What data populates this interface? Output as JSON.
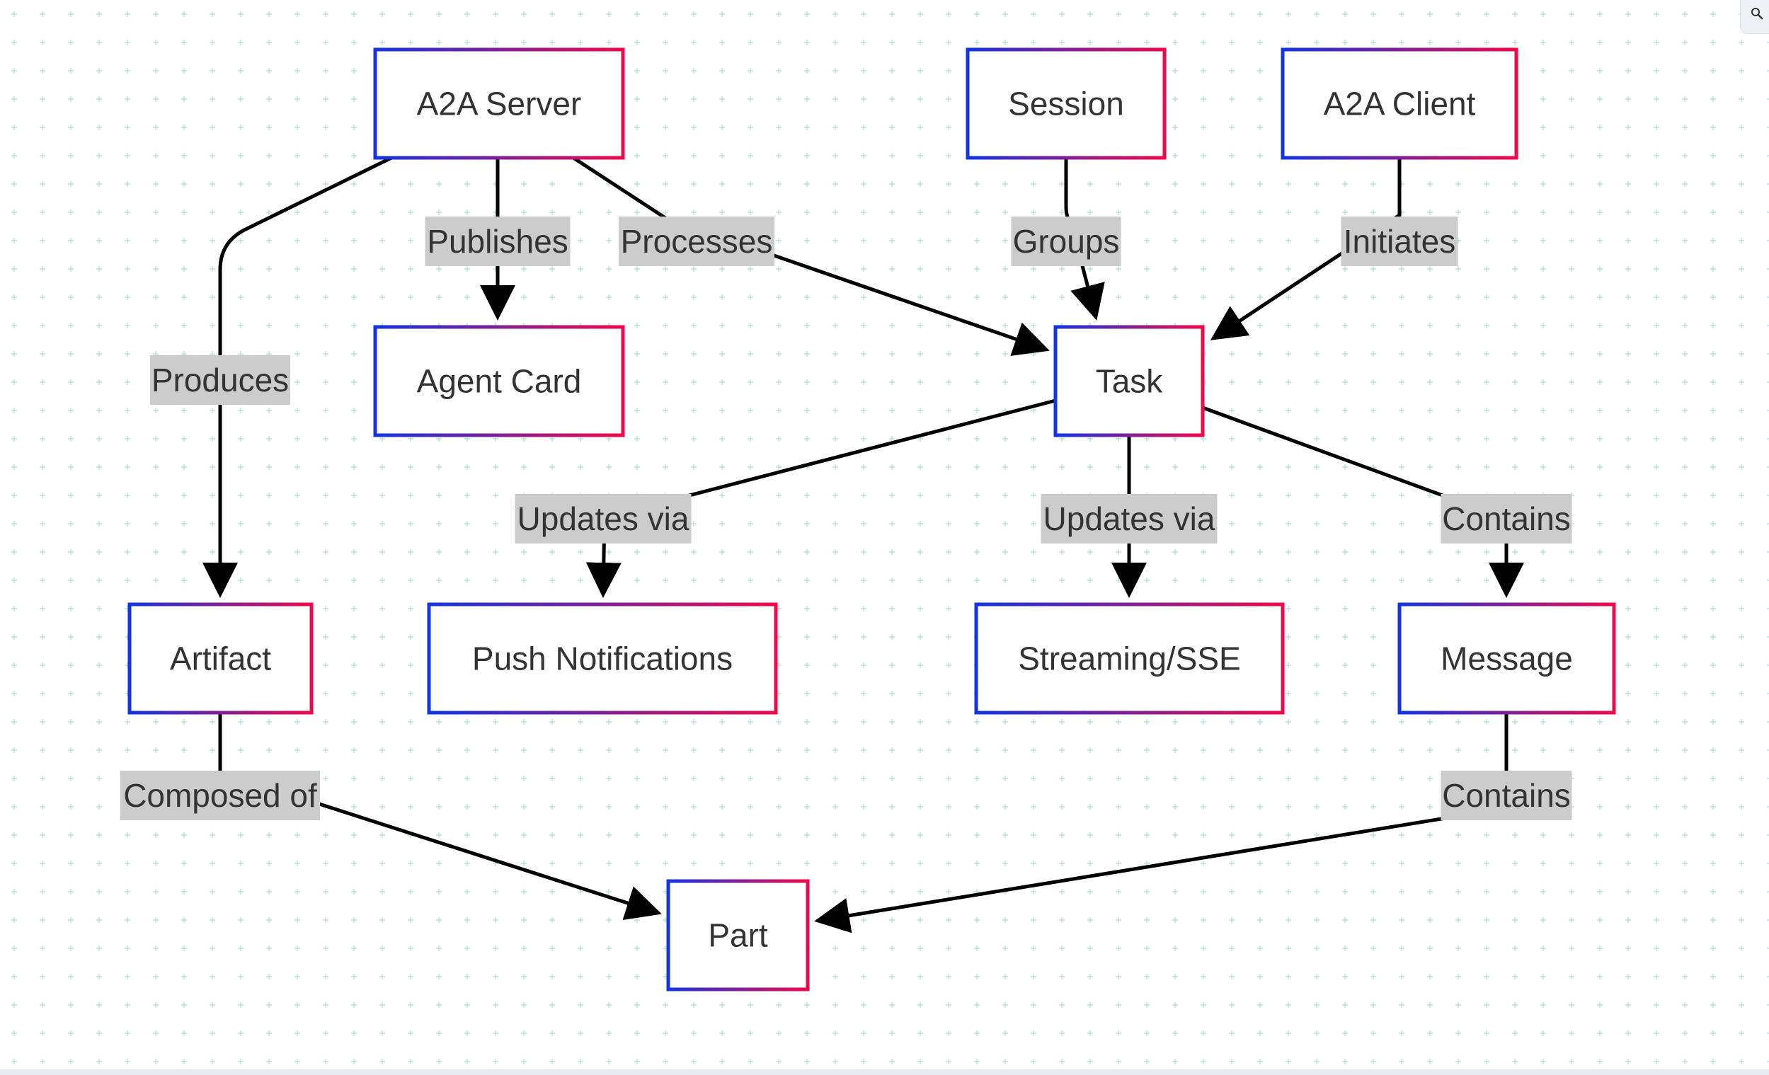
{
  "diagram": {
    "type": "flowchart",
    "colors": {
      "background": "#ffffff",
      "grid": "#b8e3dc",
      "node_border_start": "#1334e0",
      "node_border_end": "#f0094a",
      "edge": "#000000",
      "edge_label_bg": "#cccccc",
      "text": "#333333"
    },
    "nodes": [
      {
        "id": "a2a_server",
        "label": "A2A Server"
      },
      {
        "id": "session",
        "label": "Session"
      },
      {
        "id": "a2a_client",
        "label": "A2A Client"
      },
      {
        "id": "agent_card",
        "label": "Agent Card"
      },
      {
        "id": "task",
        "label": "Task"
      },
      {
        "id": "artifact",
        "label": "Artifact"
      },
      {
        "id": "push_notifications",
        "label": "Push Notifications"
      },
      {
        "id": "streaming_sse",
        "label": "Streaming/SSE"
      },
      {
        "id": "message",
        "label": "Message"
      },
      {
        "id": "part",
        "label": "Part"
      }
    ],
    "edges": [
      {
        "id": "e1",
        "from": "a2a_server",
        "to": "agent_card",
        "label": "Publishes"
      },
      {
        "id": "e2",
        "from": "a2a_server",
        "to": "task",
        "label": "Processes"
      },
      {
        "id": "e3",
        "from": "a2a_server",
        "to": "artifact",
        "label": "Produces"
      },
      {
        "id": "e4",
        "from": "session",
        "to": "task",
        "label": "Groups"
      },
      {
        "id": "e5",
        "from": "a2a_client",
        "to": "task",
        "label": "Initiates"
      },
      {
        "id": "e6",
        "from": "task",
        "to": "push_notifications",
        "label": "Updates via"
      },
      {
        "id": "e7",
        "from": "task",
        "to": "streaming_sse",
        "label": "Updates via"
      },
      {
        "id": "e8",
        "from": "task",
        "to": "message",
        "label": "Contains"
      },
      {
        "id": "e9",
        "from": "artifact",
        "to": "part",
        "label": "Composed of"
      },
      {
        "id": "e10",
        "from": "message",
        "to": "part",
        "label": "Contains"
      }
    ]
  },
  "toolbar": {
    "zoom_icon": "magnifier-icon"
  }
}
